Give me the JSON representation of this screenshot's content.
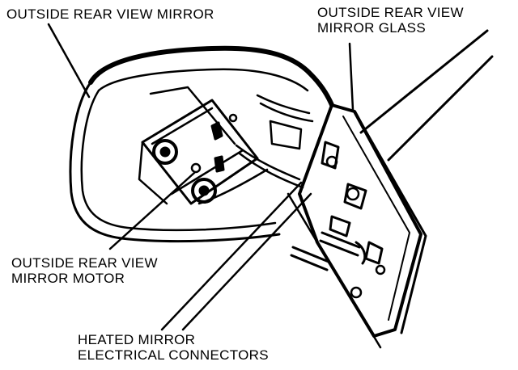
{
  "diagram": {
    "labels": {
      "outside_mirror": [
        "OUTSIDE REAR VIEW MIRROR"
      ],
      "mirror_glass": [
        "OUTSIDE REAR VIEW",
        "MIRROR GLASS"
      ],
      "mirror_motor": [
        "OUTSIDE REAR VIEW",
        "MIRROR MOTOR"
      ],
      "connectors": [
        "HEATED MIRROR",
        "ELECTRICAL CONNECTORS"
      ]
    },
    "colors": {
      "ink": "#000000",
      "paper": "#ffffff"
    }
  }
}
